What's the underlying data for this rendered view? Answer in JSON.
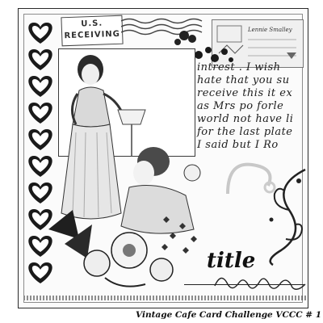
{
  "stamp": {
    "line1": "U.S.",
    "line2": "RECEIVING"
  },
  "postcard": {
    "address": "Lennie Smalley"
  },
  "letter_lines": [
    "intrest . I wish",
    "hate that you su",
    "receive this it ex",
    "as Mrs po forle",
    "world not have li",
    "for the last plate",
    "I said but I Ro"
  ],
  "title": "title",
  "footer": "Vintage Cafe Card Challenge VCCC # 1",
  "colors": {
    "ink": "#111111",
    "paper": "#fbfbfb",
    "frame": "#3a3a3a"
  }
}
